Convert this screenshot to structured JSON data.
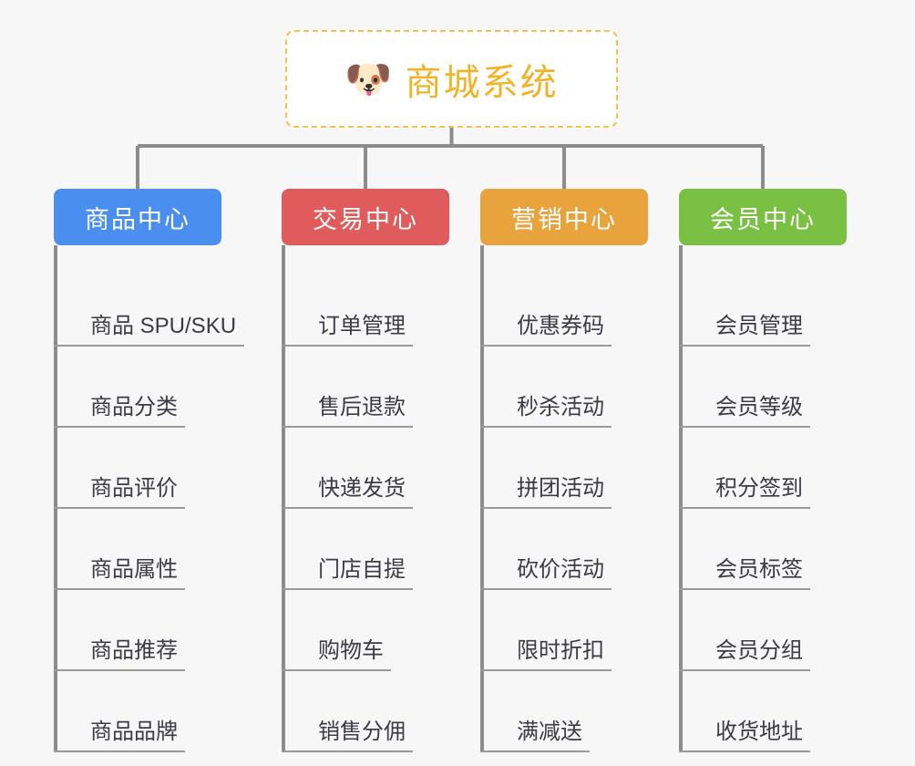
{
  "background_color": "#f7f7f7",
  "link_color": "#8c8c8c",
  "root": {
    "icon": "dog-face-emoji",
    "icon_glyph": "🐶",
    "title": "商城系统",
    "text_color": "#f0b429",
    "border_color": "#f2c14e",
    "fill_color": "#ffffff"
  },
  "categories": [
    {
      "label": "商品中心",
      "color": "#4a8ef0",
      "items": [
        "商品 SPU/SKU",
        "商品分类",
        "商品评价",
        "商品属性",
        "商品推荐",
        "商品品牌"
      ]
    },
    {
      "label": "交易中心",
      "color": "#e05b5b",
      "items": [
        "订单管理",
        "售后退款",
        "快递发货",
        "门店自提",
        "购物车",
        "销售分佣"
      ]
    },
    {
      "label": "营销中心",
      "color": "#e8a33d",
      "items": [
        "优惠券码",
        "秒杀活动",
        "拼团活动",
        "砍价活动",
        "限时折扣",
        "满减送"
      ]
    },
    {
      "label": "会员中心",
      "color": "#7ac143",
      "items": [
        "会员管理",
        "会员等级",
        "积分签到",
        "会员标签",
        "会员分组",
        "收货地址"
      ]
    }
  ]
}
